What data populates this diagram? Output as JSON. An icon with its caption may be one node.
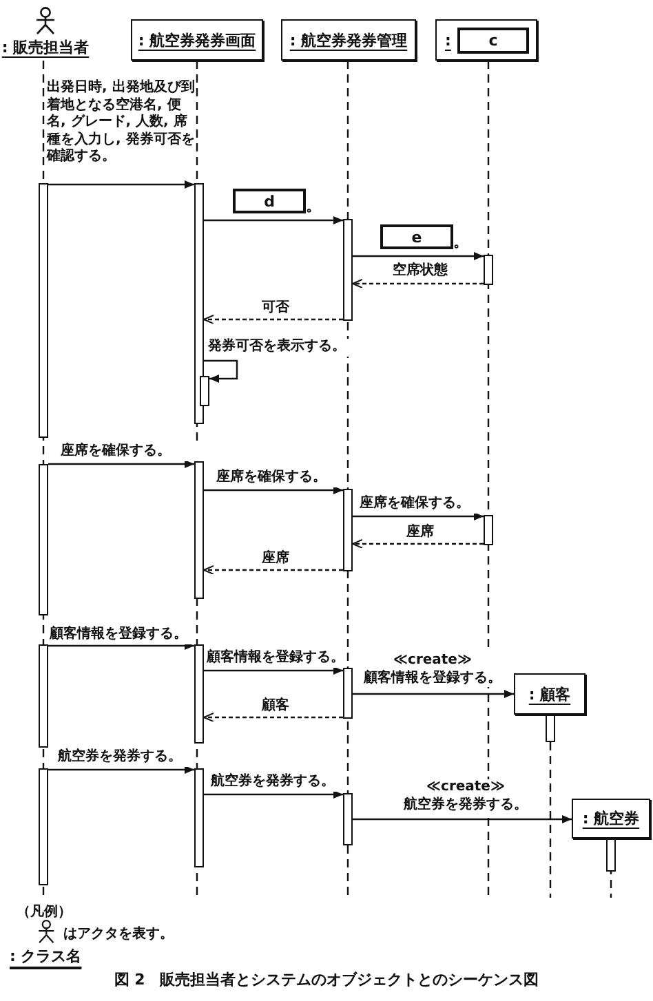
{
  "diagram": {
    "caption": "図 2　販売担当者とシステムのオブジェクトとのシーケンス図",
    "nodes": [
      {
        "text": [
          ": 販売担当者"
        ]
      },
      {
        "text": [
          ": 航空券発券画面"
        ]
      },
      {
        "text": [
          ": 航空券発券管理"
        ]
      },
      {
        "text": [
          ":"
        ]
      },
      {
        "text": [
          "c"
        ],
        "in": 3
      },
      {
        "text": [],
        "shape": "bar"
      },
      {
        "text": [],
        "shape": "bar"
      },
      {
        "text": [
          "d"
        ],
        "beside": [
          "。"
        ]
      },
      {
        "text": [],
        "shape": "bar"
      },
      {
        "text": [
          "e"
        ],
        "beside": [
          "。"
        ]
      },
      {
        "text": [],
        "shape": "bar"
      },
      {
        "text": [],
        "shape": "bar"
      },
      {
        "text": [],
        "shape": "bar"
      },
      {
        "text": [],
        "shape": "bar"
      },
      {
        "text": [],
        "shape": "bar"
      },
      {
        "text": [],
        "shape": "bar"
      },
      {
        "text": [],
        "shape": "bar"
      },
      {
        "text": [],
        "shape": "bar"
      },
      {
        "text": [],
        "shape": "bar"
      },
      {
        "text": [
          ": 顧客"
        ]
      },
      {
        "text": [],
        "shape": "bar"
      },
      {
        "text": [],
        "shape": "bar"
      },
      {
        "text": [],
        "shape": "bar"
      },
      {
        "text": [],
        "shape": "bar"
      },
      {
        "text": [
          ": 航空券"
        ]
      },
      {
        "text": [],
        "shape": "bar"
      }
    ],
    "edges": [
      {
        "from": 5,
        "to": 6,
        "arrow": "to",
        "label": "出発日時, 出発地及び到着地となる空港名, 便名, グレード, 人数, 席種を入力し, 発券可否を確認する。"
      },
      {
        "from": 6,
        "to": 8,
        "arrow": "to"
      },
      {
        "from": 8,
        "to": 10,
        "arrow": "to"
      },
      {
        "from": 10,
        "to": 8,
        "arrow": "to",
        "label": "空席状態",
        "style": "dashed"
      },
      {
        "from": 8,
        "to": 6,
        "arrow": "to",
        "label": "可否",
        "style": "dashed"
      },
      {
        "from": 6,
        "to": 11,
        "arrow": "to",
        "label": "発券可否を表示する。"
      },
      {
        "from": 12,
        "to": 13,
        "arrow": "to",
        "label": "座席を確保する。"
      },
      {
        "from": 13,
        "to": 14,
        "arrow": "to",
        "label": "座席を確保する。"
      },
      {
        "from": 14,
        "to": 15,
        "arrow": "to",
        "label": "座席を確保する。"
      },
      {
        "from": 15,
        "to": 14,
        "arrow": "to",
        "label": "座席",
        "style": "dashed"
      },
      {
        "from": 14,
        "to": 13,
        "arrow": "to",
        "label": "座席",
        "style": "dashed"
      },
      {
        "from": 16,
        "to": 17,
        "arrow": "to",
        "label": "顧客情報を登録する。"
      },
      {
        "from": 17,
        "to": 18,
        "arrow": "to",
        "label": "顧客情報を登録する。"
      },
      {
        "from": 18,
        "to": 19,
        "arrow": "to",
        "label": "≪create≫ 顧客情報を登録する。"
      },
      {
        "from": 18,
        "to": 17,
        "arrow": "to",
        "label": "顧客",
        "style": "dashed"
      },
      {
        "from": 21,
        "to": 22,
        "arrow": "to",
        "label": "航空券を発券する。"
      },
      {
        "from": 22,
        "to": 23,
        "arrow": "to",
        "label": "航空券を発券する。"
      },
      {
        "from": 23,
        "to": 24,
        "arrow": "to",
        "label": "≪create≫ 航空券を発券する。"
      }
    ],
    "labels": [
      "（凡例）",
      ": クラス名"
    ],
    "legend": [
      {
        "text": "はアクタを表す。"
      }
    ]
  }
}
